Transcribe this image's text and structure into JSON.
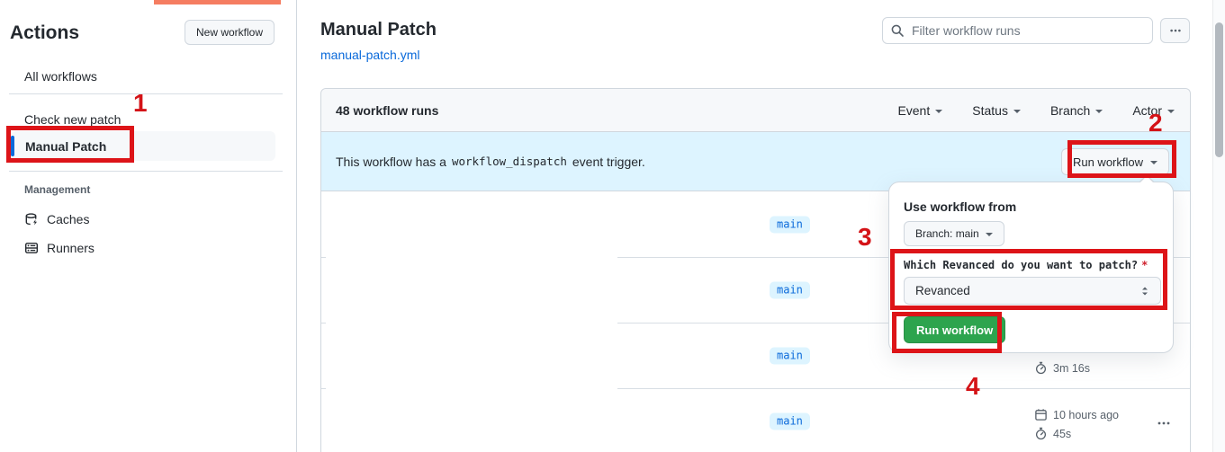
{
  "colors": {
    "accent_blue": "#0969da",
    "banner_blue": "#ddf4ff",
    "success_green": "#2da44e",
    "annotation_red": "#dd1418"
  },
  "annotations": {
    "labels": [
      "1",
      "2",
      "3",
      "4"
    ]
  },
  "sidebar": {
    "title": "Actions",
    "new_workflow_label": "New workflow",
    "items": [
      {
        "label": "All workflows"
      },
      {
        "label": "Check new patch"
      },
      {
        "label": "Manual Patch",
        "active": true
      }
    ],
    "management_label": "Management",
    "management_items": [
      {
        "label": "Caches",
        "icon": "cache-icon"
      },
      {
        "label": "Runners",
        "icon": "server-icon"
      }
    ]
  },
  "main": {
    "title": "Manual Patch",
    "file_link": "manual-patch.yml",
    "filter_placeholder": "Filter workflow runs",
    "runs_count_label": "48 workflow runs",
    "filters": [
      {
        "label": "Event"
      },
      {
        "label": "Status"
      },
      {
        "label": "Branch"
      },
      {
        "label": "Actor"
      }
    ],
    "banner": {
      "text_before": "This workflow has a",
      "code": "workflow_dispatch",
      "text_after": "event trigger.",
      "run_workflow_label": "Run workflow"
    },
    "rows": [
      {
        "branch": "main"
      },
      {
        "branch": "main"
      },
      {
        "branch": "main",
        "duration": "3m 16s"
      },
      {
        "branch": "main",
        "date": "10 hours ago",
        "duration": "45s"
      }
    ]
  },
  "popover": {
    "header": "Use workflow from",
    "branch_button_label": "Branch: main",
    "input_label": "Which Revanced do you want to patch?",
    "required_mark": "*",
    "select_value": "Revanced",
    "run_button_label": "Run workflow"
  }
}
